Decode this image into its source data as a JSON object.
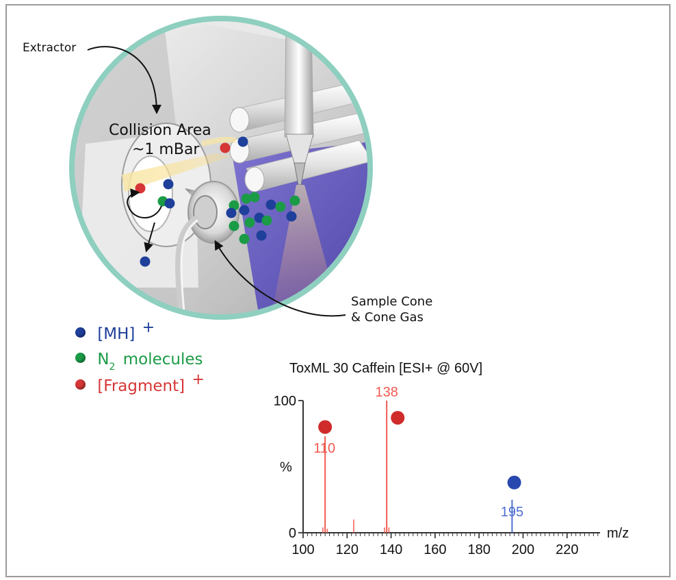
{
  "diagram": {
    "labels": {
      "extractor": "Extractor",
      "collision_line_1": "Collision Area",
      "collision_line_2": "~1 mBar",
      "sample_line_1": "Sample Cone",
      "sample_line_2": "& Cone Gas"
    },
    "legend": [
      {
        "text": "[MH]",
        "suffix": "+",
        "color": "#1e3f9a"
      },
      {
        "prefix": "N",
        "subscript": "2",
        "text": "molecules",
        "color": "#1b9b46"
      },
      {
        "text": "[Fragment]",
        "suffix": "+",
        "color": "#d63636"
      }
    ],
    "colors": {
      "blue_particle": "#1e3f9a",
      "green_particle": "#1b9b46",
      "red_particle": "#d63636",
      "lens_border": "#8ecfc0",
      "beam": "#f5d46b"
    },
    "icons": [
      "blue-ion-icon",
      "green-molecule-icon",
      "red-fragment-icon"
    ]
  },
  "chart_data": {
    "type": "bar",
    "title": "ToxML 30 Caffein [ESI+ @ 60V]",
    "xlabel": "m/z",
    "ylabel": "%",
    "xlim": [
      100,
      235
    ],
    "ylim": [
      0,
      100
    ],
    "x_ticks": [
      100,
      120,
      140,
      160,
      180,
      200,
      220
    ],
    "y_ticks": [
      0,
      100
    ],
    "peaks": [
      {
        "x": 109,
        "y": 4,
        "color": "#f05a4f",
        "label": ""
      },
      {
        "x": 110,
        "y": 73,
        "color": "#f05a4f",
        "label": "110"
      },
      {
        "x": 111,
        "y": 3,
        "color": "#f05a4f",
        "label": ""
      },
      {
        "x": 123,
        "y": 10,
        "color": "#f05a4f",
        "label": ""
      },
      {
        "x": 137,
        "y": 4,
        "color": "#f05a4f",
        "label": ""
      },
      {
        "x": 138,
        "y": 100,
        "color": "#f05a4f",
        "label": "138"
      },
      {
        "x": 139,
        "y": 4,
        "color": "#f05a4f",
        "label": ""
      },
      {
        "x": 195,
        "y": 25,
        "color": "#4f6fd0",
        "label": "195"
      }
    ],
    "markers": [
      {
        "x": 110,
        "y": 80,
        "color": "#cf2b2b"
      },
      {
        "x": 143,
        "y": 87,
        "color": "#cf2b2b"
      },
      {
        "x": 196,
        "y": 38,
        "color": "#2848b0"
      }
    ]
  }
}
